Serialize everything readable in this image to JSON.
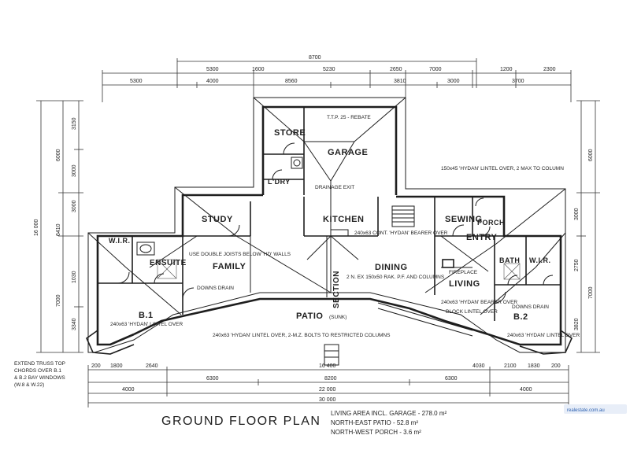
{
  "title": "GROUND FLOOR PLAN",
  "rooms": {
    "store": "STORE",
    "garage": "GARAGE",
    "dry": "L'DRY",
    "study": "STUDY",
    "kitchen": "KITCHEN",
    "sewing": "SEWING",
    "porch": "PORCH",
    "entry": "ENTRY",
    "wir_left": "W.I.R.",
    "ensuite": "ENSUITE",
    "family": "FAMILY",
    "dining": "DINING",
    "living": "LIVING",
    "bath": "BATH",
    "wir_right": "W.I.R.",
    "b1": "B.1",
    "b2": "B.2",
    "patio": "PATIO",
    "patio_note": "(SUNK)",
    "section": "SECTION"
  },
  "notes": {
    "double_joists": "USE DOUBLE JOISTS BELOW 'HD' WALLS",
    "lintel_right": "150x45 'HYDAN' LINTEL OVER, 2 MAX TO COLUMN",
    "kitchen_lintel": "240x63 CONT. 'HYDAN' BEARER OVER",
    "dining_rak": "2 N. EX 150x50 RAK. P.F. AND COLUMNS",
    "patio_lintel": "240x63 'HYDAN' LINTEL OVER, 2-M.Z. BOLTS TO RESTRICTED COLUMNS",
    "b1_lintel": "240x63 'HYDAN' LINTEL OVER",
    "b2_lintel": "240x63 'HYDAN' LINTEL OVER",
    "living_bearer": "240x63 'HYDAN' BEARER OVER",
    "block_lintel": "BLOCK LINTEL OVER",
    "garage_tip": "T.T.P. 25 - REBATE",
    "drainage": "DRAINAGE EXIT",
    "fireplace": "FIREPLACE",
    "downs_left": "DOWNS DRAIN",
    "downs_right": "DOWNS DRAIN",
    "truss_note": "EXTEND TRUSS TOP CHORDS OVER B.1 & B.2 BAY WINDOWS (W.8 & W.22)"
  },
  "dimensions": {
    "top": [
      "8700",
      "5300",
      "1600",
      "5230",
      "2650",
      "7000",
      "1200",
      "2300",
      "5300",
      "4000",
      "8560",
      "3810",
      "3000",
      "3700"
    ],
    "left": [
      "16 000",
      "6000",
      "3150",
      "3000",
      "7000",
      "3340",
      "6410",
      "3000",
      "1030"
    ],
    "right": [
      "6000",
      "3000",
      "2750",
      "7000",
      "3820"
    ],
    "bottom_row1": [
      "200",
      "1800",
      "2640",
      "16 400",
      "4030",
      "2100",
      "1830",
      "200"
    ],
    "bottom_row2": [
      "6300",
      "8200",
      "6300"
    ],
    "overall": [
      "4000",
      "22 000",
      "4000",
      "30 000"
    ]
  },
  "areas": [
    "LIVING AREA INCL. GARAGE - 278.0 m²",
    "NORTH-EAST PATIO - 52.8 m²",
    "NORTH-WEST PORCH - 3.6 m²"
  ],
  "watermark": "realestate.com.au"
}
